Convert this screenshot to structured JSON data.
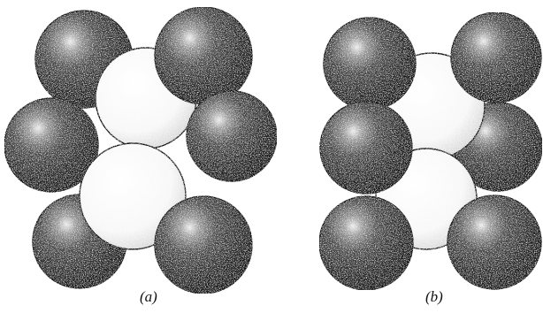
{
  "figure": {
    "panels": [
      {
        "id": "a",
        "caption": "(a)",
        "dark_spheres": 6,
        "light_spheres": 2
      },
      {
        "id": "b",
        "caption": "(b)",
        "dark_spheres": 6,
        "light_spheres": 2
      }
    ],
    "colors": {
      "dark_sphere": "#2b2b2b",
      "dark_highlight": "#e6e6e6",
      "light_sphere": "#ffffff",
      "outline": "#111111"
    }
  }
}
